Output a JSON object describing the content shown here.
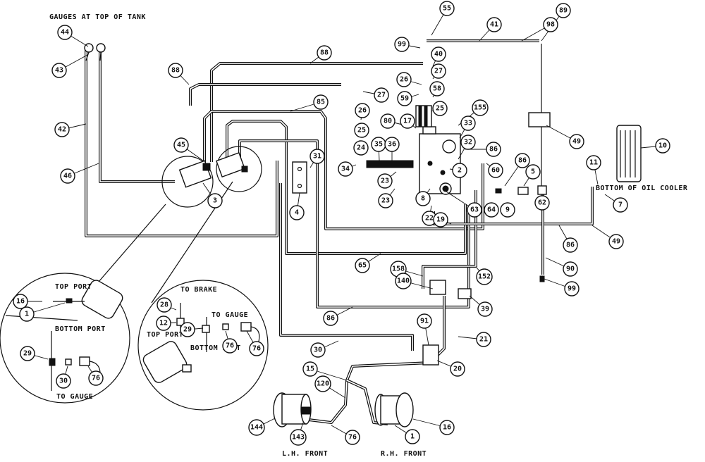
{
  "labels": {
    "gauges": "GAUGES AT TOP OF TANK",
    "oil_cooler": "BOTTOM OF OIL COOLER",
    "lh_front": "L.H. FRONT",
    "rh_front": "R.H. FRONT",
    "top_port_left": "TOP PORT",
    "bottom_port_left": "BOTTOM PORT",
    "to_gauge_left": "TO GAUGE",
    "to_brake": "TO BRAKE",
    "to_gauge_right": "TO GAUGE",
    "top_port_right": "TOP PORT",
    "bottom_port_right": "BOTTOM PORT"
  },
  "callouts": [
    "44",
    "43",
    "42",
    "46",
    "88",
    "88",
    "45",
    "3",
    "4",
    "31",
    "85",
    "27",
    "26",
    "25",
    "24",
    "34",
    "35",
    "36",
    "80",
    "17",
    "23",
    "23",
    "8",
    "22",
    "19",
    "99",
    "55",
    "41",
    "98",
    "89",
    "40",
    "27",
    "26",
    "59",
    "58",
    "25",
    "155",
    "33",
    "32",
    "2",
    "86",
    "60",
    "49",
    "86",
    "5",
    "62",
    "63",
    "64",
    "9",
    "10",
    "11",
    "7",
    "49",
    "86",
    "90",
    "99",
    "152",
    "65",
    "158",
    "140",
    "39",
    "86",
    "21",
    "91",
    "20",
    "30",
    "15",
    "120",
    "76",
    "144",
    "143",
    "1",
    "16",
    "16",
    "1",
    "29",
    "30",
    "76",
    "28",
    "12",
    "29",
    "76",
    "76",
    "28",
    "12"
  ]
}
